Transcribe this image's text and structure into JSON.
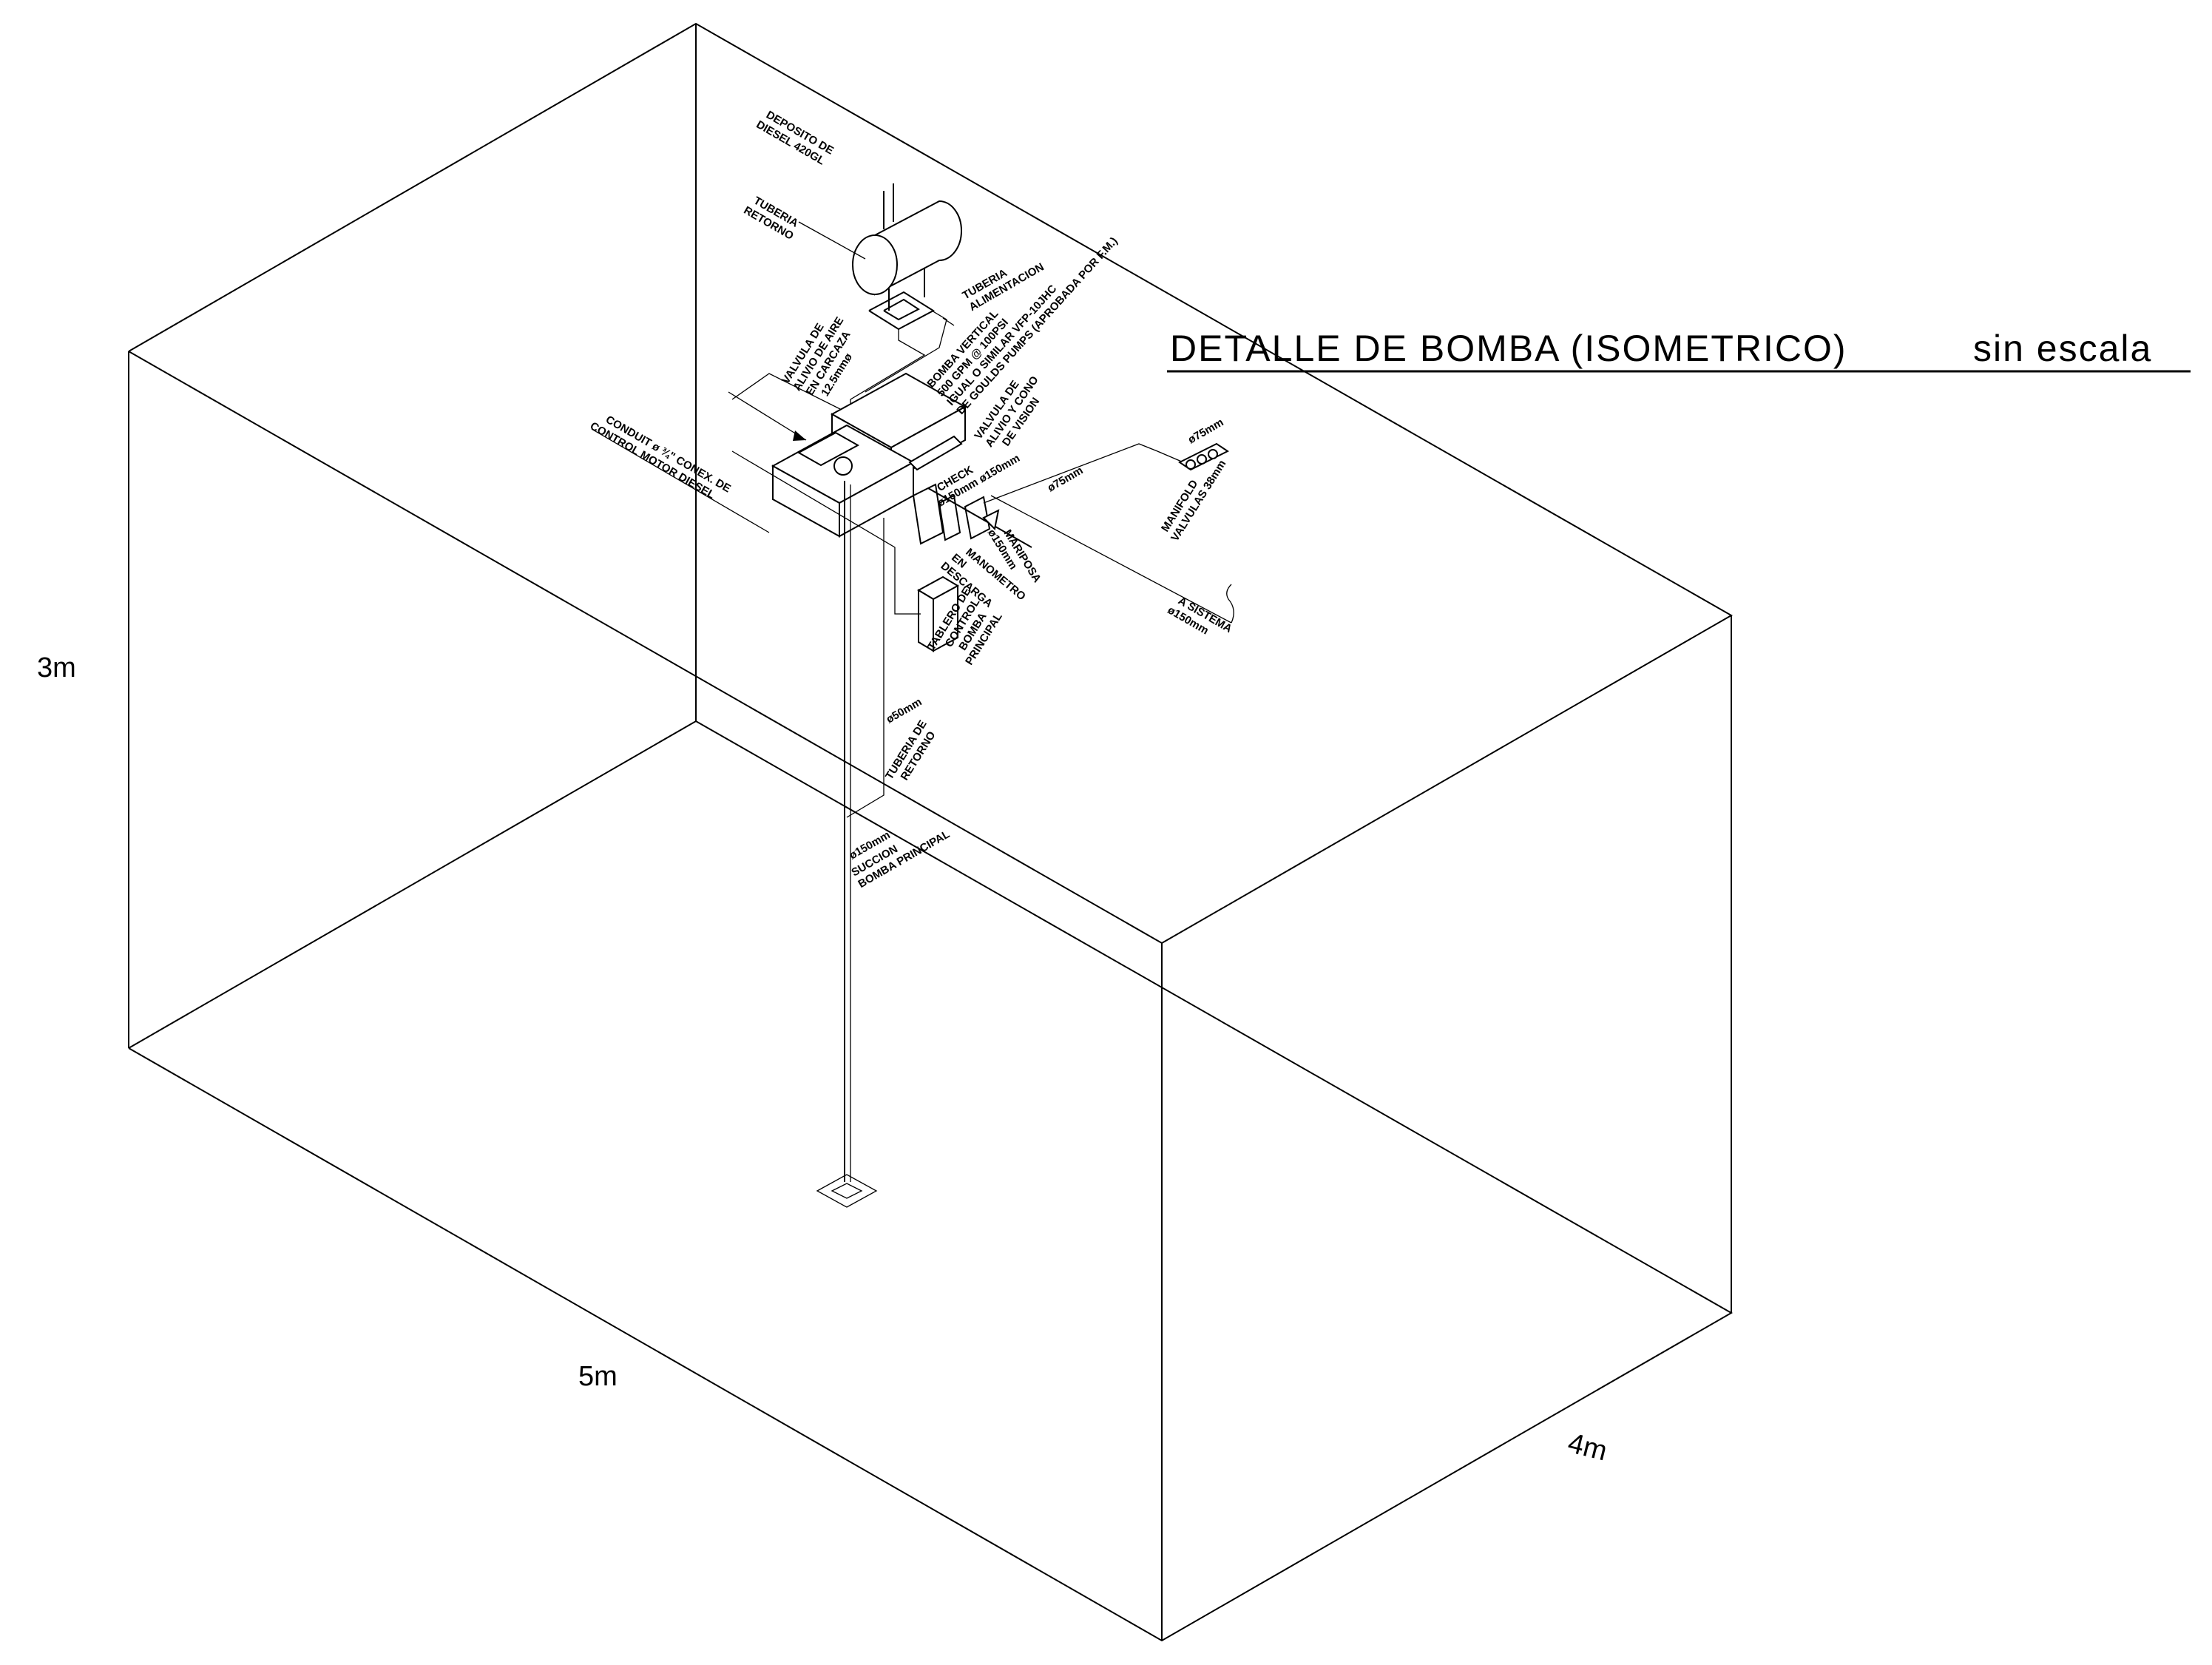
{
  "title": {
    "main": "DETALLE DE BOMBA (ISOMETRICO)",
    "scale": "sin escala"
  },
  "dimensions": {
    "height": "3m",
    "length": "5m",
    "width": "4m"
  },
  "labels": {
    "deposito": [
      "DEPOSITO DE",
      "DIESEL 420GL"
    ],
    "tuberia_retorno_top": [
      "TUBERIA",
      "RETORNO"
    ],
    "tuberia_alimentacion": [
      "TUBERIA",
      "ALIMENTACION"
    ],
    "valvula_alivio_aire": [
      "VALVULA DE",
      "ALIVIO DE AIRE",
      "EN CARCAZA",
      "12.5mmø"
    ],
    "bomba": [
      "BOMBA VERTICAL",
      "500 GPM @ 100PSI",
      "IGUAL O SIMILAR VFP-10JHC",
      "DE GOULDS PUMPS (APROBADA POR F.M.)"
    ],
    "valvula_cono": [
      "VALVULA DE",
      "ALIVIO Y CONO",
      "DE VISION"
    ],
    "conduit": [
      "CONDUIT ø ¾\" CONEX. DE",
      "CONTROL MOTOR DIESEL"
    ],
    "check": [
      "CHECK",
      "ø150mm ø150mm"
    ],
    "pipe75": "ø75mm",
    "manifold_diam": "ø75mm",
    "manifold": [
      "MANIFOLD",
      "VALVULAS 38mm"
    ],
    "mariposa": [
      "MARIPOSA",
      "ø150mm"
    ],
    "manometro": [
      "MANOMETRO",
      "EN",
      "DESCARGA"
    ],
    "a_sistema": [
      "A SISTEMA",
      "ø150mm"
    ],
    "tablero": [
      "TABLERO DE",
      "CONTROL",
      "BOMBA",
      "PRINCIPAL"
    ],
    "pipe50": "ø50mm",
    "tuberia_retorno_bottom": [
      "TUBERIA DE",
      "RETORNO"
    ],
    "succion_diam": "ø150mm",
    "succion": [
      "SUCCION",
      "BOMBA PRINCIPAL"
    ]
  },
  "colors": {
    "ink": "#000000",
    "paper": "#ffffff"
  }
}
